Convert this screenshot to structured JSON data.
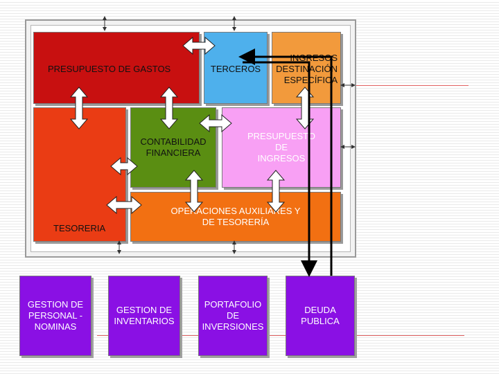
{
  "boxes": {
    "presupuesto_gastos": "PRESUPUESTO DE  GASTOS",
    "terceros": "TERCEROS",
    "ingresos_destinacion": "INGRESOS\nDESTINACIÓN\nESPECÍFICA",
    "tesoreria": "TESORERIA",
    "contabilidad": "CONTABILIDAD\nFINANCIERA",
    "presupuesto_ingresos": "PRESUPUESTO\nDE\nINGRESOS",
    "operaciones": "OPERACIONES AUXILIARES Y\nDE TESORERÍA",
    "personal": "GESTION DE\nPERSONAL -\nNOMINAS",
    "inventarios": "GESTION DE\nINVENTARIOS",
    "portafolio": "PORTAFOLIO\nDE\nINVERSIONES",
    "deuda": "DEUDA\nPUBLICA"
  },
  "colors": {
    "gastos": "#c81010",
    "tesoreria": "#ea3c14",
    "terceros": "#4eb0ec",
    "ingresos_destinacion": "#f29a3c",
    "contabilidad": "#5a8e12",
    "presupuesto_ingresos": "#f8a0f4",
    "operaciones": "#f27012",
    "modules": "#8a10e4"
  }
}
